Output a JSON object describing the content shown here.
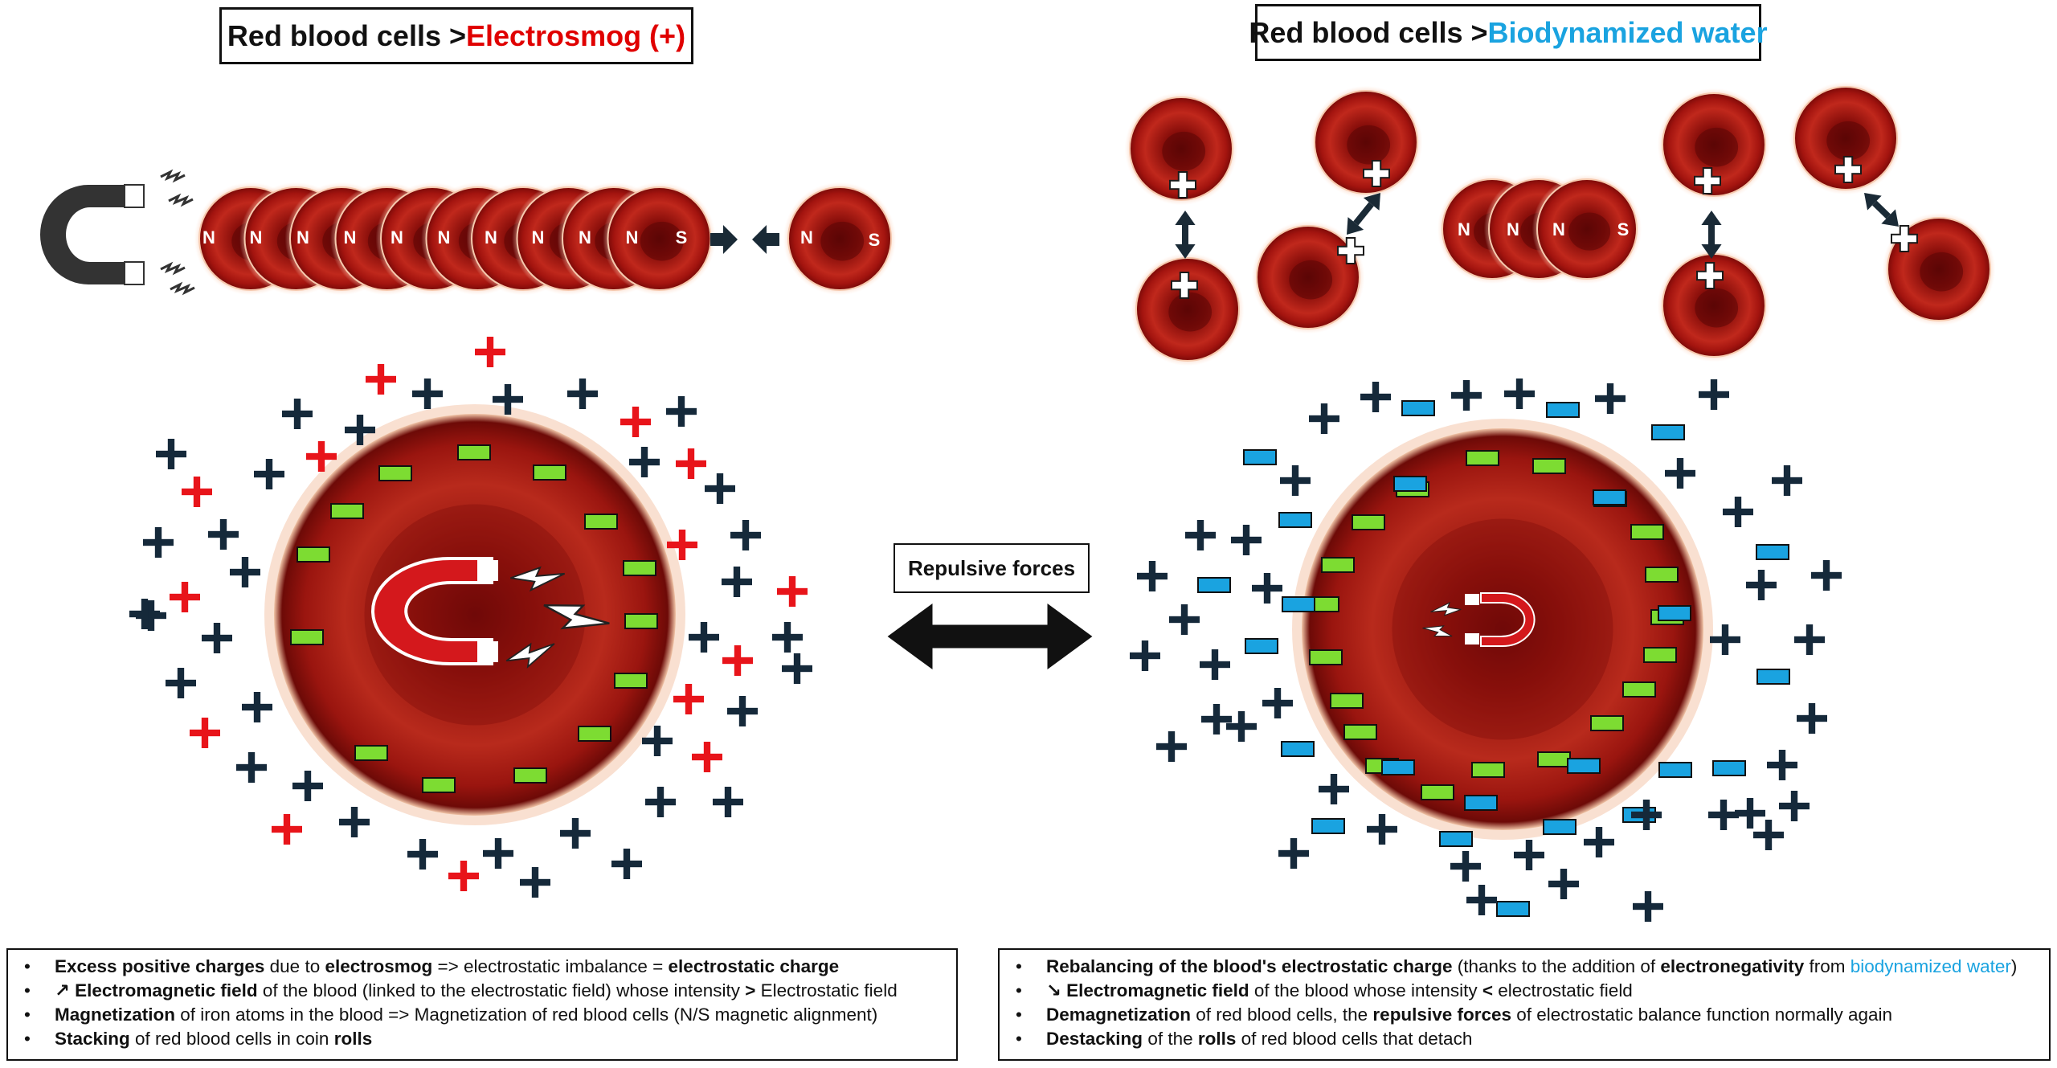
{
  "left_panel": {
    "title_prefix": "Red blood cells > ",
    "title_highlight": "Electrosmog (+)",
    "title_highlight_color": "#e00000",
    "rouleau_labels": [
      "N",
      "N",
      "N",
      "N",
      "N",
      "N",
      "N",
      "N",
      "N",
      "N",
      "S"
    ],
    "single_cell_labels": [
      "N",
      "S"
    ],
    "bullets": [
      {
        "bold": "Excess positive charges",
        "rest": " due to ",
        "bold2": "electrosmog",
        "rest2": " => electrostatic imbalance = ",
        "bold3": "electrostatic charge",
        "rest3": ""
      },
      {
        "bold": "↗ Electromagnetic field",
        "rest": " of the blood (linked to the electrostatic field) whose intensity ",
        "bold2": ">",
        "rest2": " Electrostatic field",
        "bold3": "",
        "rest3": ""
      },
      {
        "bold": "Magnetization",
        "rest": " of iron atoms in the blood => Magnetization of red blood cells (N/S magnetic alignment)",
        "bold2": "",
        "rest2": "",
        "bold3": "",
        "rest3": ""
      },
      {
        "bold": "Stacking",
        "rest": " of red blood cells in coin ",
        "bold2": "rolls",
        "rest2": "",
        "bold3": "",
        "rest3": ""
      }
    ]
  },
  "center": {
    "repulsive_label": "Repulsive forces"
  },
  "right_panel": {
    "title_prefix": "Red blood cells > ",
    "title_highlight": "Biodynamized water",
    "title_highlight_color": "#1aa3e0",
    "stack_labels": [
      "N",
      "N",
      "N",
      "S"
    ],
    "bullets": [
      {
        "bold": "Rebalancing of the blood's electrostatic charge",
        "rest": " (thanks to the addition of ",
        "bold2": "electronegativity",
        "rest2": " from ",
        "blue": "biodynamized water",
        "rest3": ")"
      },
      {
        "bold": "↘ Electromagnetic field",
        "rest": " of the blood whose intensity ",
        "bold2": "<",
        "rest2": " electrostatic field",
        "blue": "",
        "rest3": ""
      },
      {
        "bold": "Demagnetization",
        "rest": " of red blood cells, the ",
        "bold2": "repulsive forces",
        "rest2": " of electrostatic balance function normally again",
        "blue": "",
        "rest3": ""
      },
      {
        "bold": "Destacking",
        "rest": " of the ",
        "bold2": "rolls",
        "rest2": " of red blood cells that detach",
        "blue": "",
        "rest3": ""
      }
    ]
  },
  "colors": {
    "cell_red": "#b81c14",
    "dark_plus": "#15293a",
    "red_plus": "#e8141a",
    "green_minus": "#7ddc32",
    "blue_minus": "#1aa3e0",
    "magnet_gray": "#333333"
  },
  "icons": [
    "horseshoe-magnet-icon",
    "lightning-icon",
    "double-arrow-icon",
    "plus-charge-icon",
    "minus-charge-icon"
  ]
}
